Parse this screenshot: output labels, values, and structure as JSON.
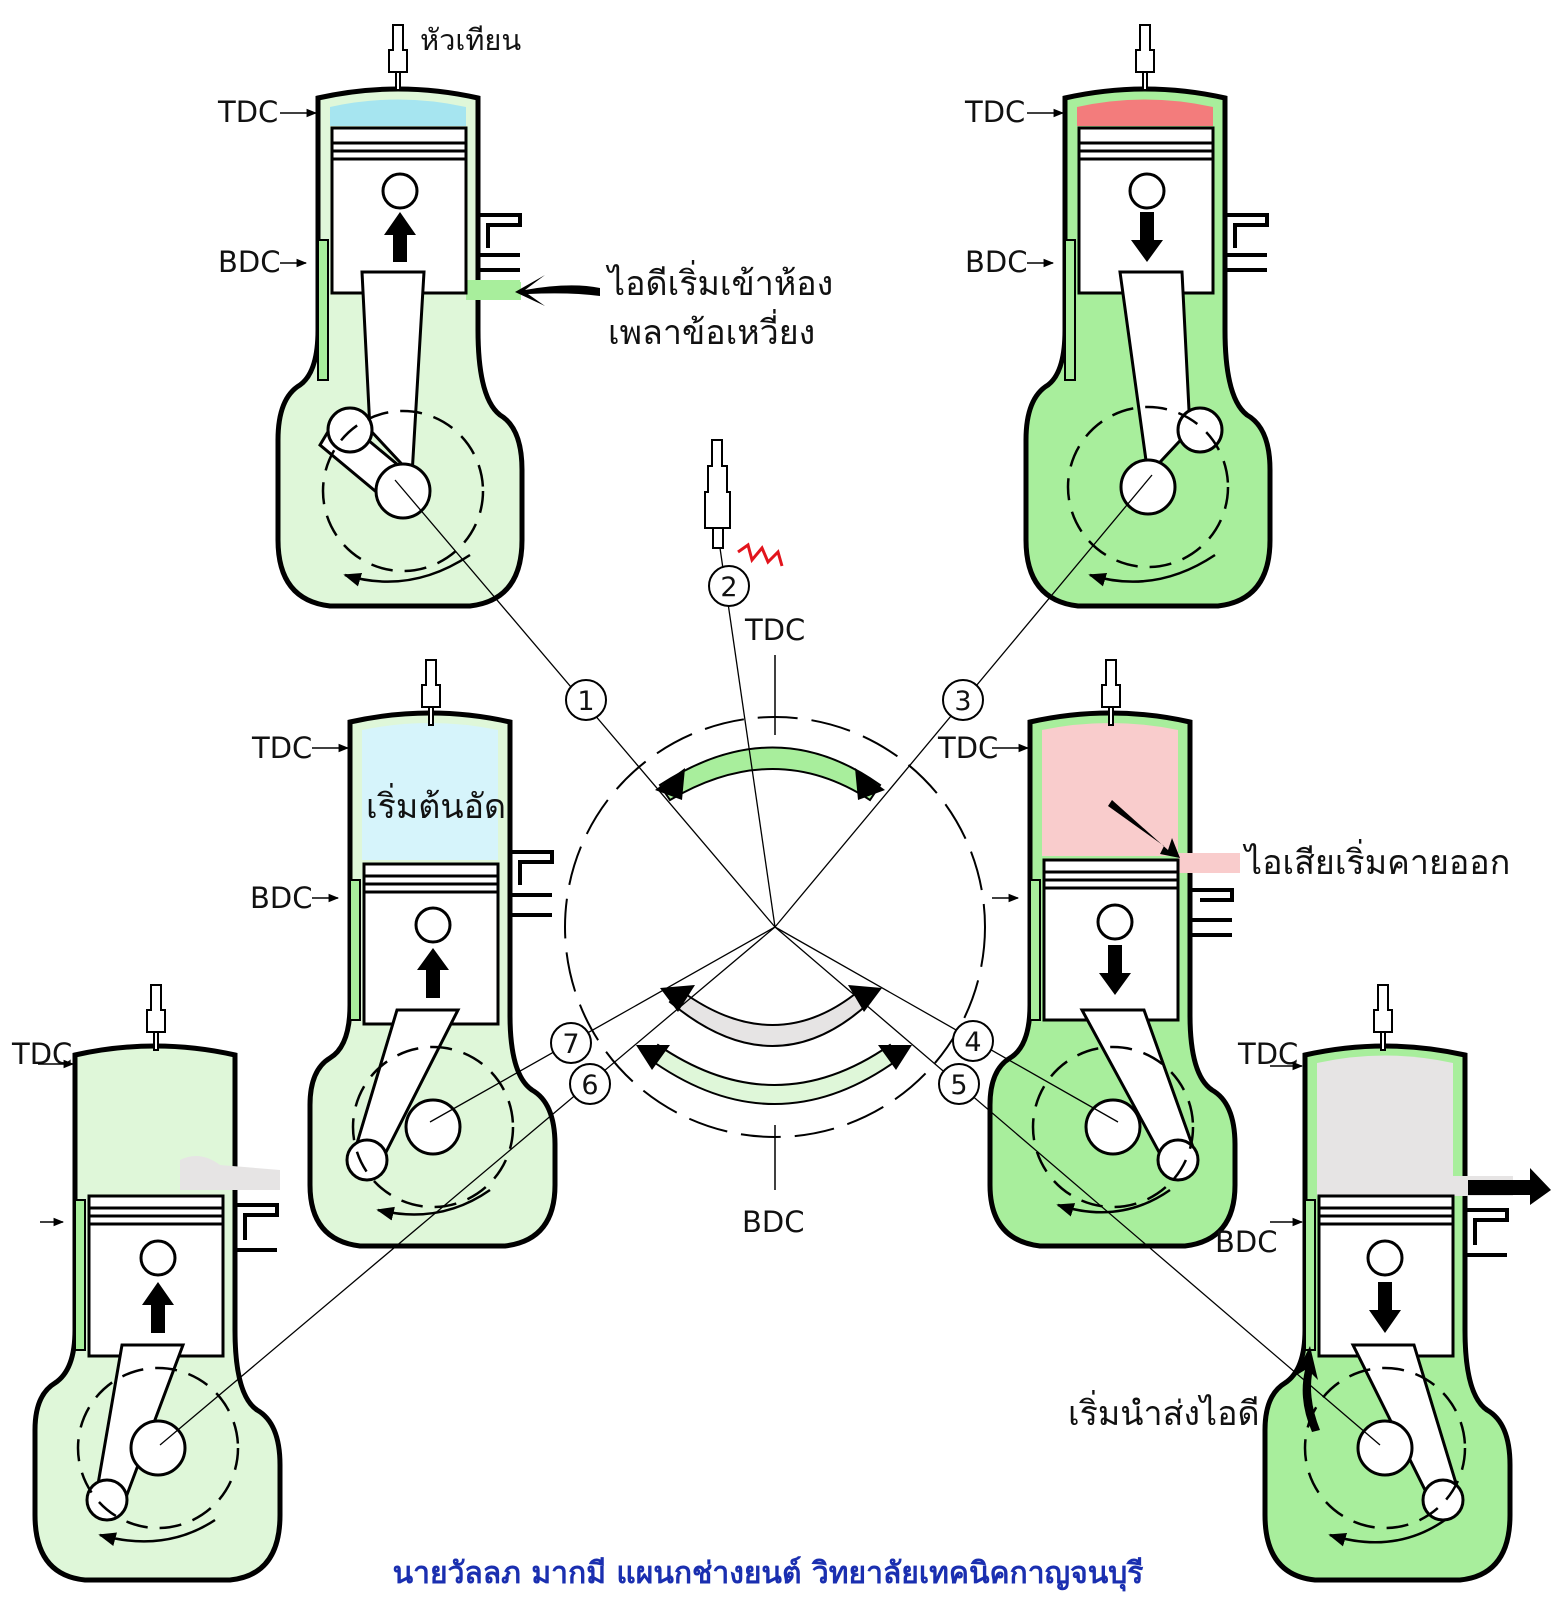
{
  "labels": {
    "spark_plug": "หัวเทียน",
    "tdc": "TDC",
    "bdc": "BDC",
    "intake_crankcase_line1": "ไอดีเริ่มเข้าห้อง",
    "intake_crankcase_line2": "เพลาข้อเหวี่ยง",
    "compression_start": "เริ่มต้นอัด",
    "exhaust_start": "ไอเสียเริ่มคายออก",
    "transfer_start": "เริ่มนำส่งไอดี",
    "credit": "นายวัลลภ  มากมี  แผนกช่างยนต์  วิทยาลัยเทคนิคกาญจนบุรี"
  },
  "markers": [
    "1",
    "2",
    "3",
    "4",
    "5",
    "6",
    "7"
  ],
  "timing": {
    "top": "TDC",
    "bottom": "BDC"
  },
  "colors": {
    "fresh_charge": "#dff7d9",
    "crankcase_charge": "#a8ee9c",
    "compressed_charge": "#a6e5f0",
    "compression_light": "#d6f4fb",
    "combustion": "#f37c7c",
    "exhaust": "#f9cccc",
    "scavenge_grey": "#e6e4e4",
    "credit_text": "#1a2fb0"
  }
}
